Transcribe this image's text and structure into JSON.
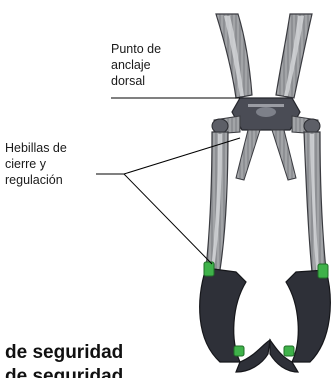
{
  "labels": {
    "anchor_line1": "Punto de",
    "anchor_line2": "anclaje",
    "anchor_line3": "dorsal",
    "buckles_line1": "Hebillas de",
    "buckles_line2": "cierre y",
    "buckles_line3": "regulación"
  },
  "heading": {
    "line1": "de seguridad",
    "line2_partial": "de seguridad"
  },
  "colors": {
    "strap": "#8e9094",
    "strap_stripe": "#c9cacc",
    "strap_dark": "#2e3038",
    "buckle_green": "#3fb24a",
    "leader_line": "#000000"
  },
  "icons": {
    "product_image": "safety-harness-illustration"
  }
}
